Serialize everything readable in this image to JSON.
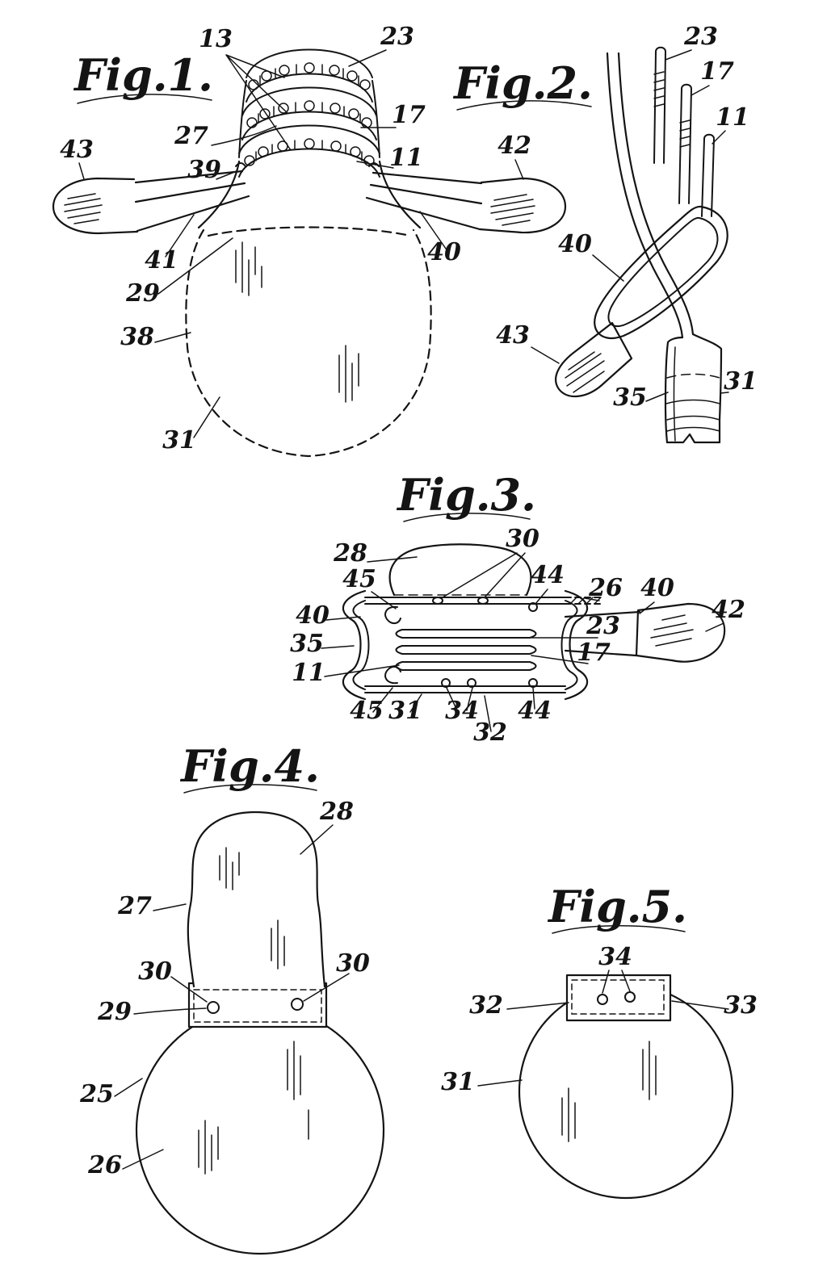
{
  "figures": {
    "fig1": {
      "title": "Fig.1.",
      "labels": {
        "n13": "13",
        "n23": "23",
        "n17": "17",
        "n27": "27",
        "n11": "11",
        "n39": "39",
        "n43": "43",
        "n42": "42",
        "n41": "41",
        "n40": "40",
        "n29": "29",
        "n38": "38",
        "n31": "31"
      }
    },
    "fig2": {
      "title": "Fig.2.",
      "labels": {
        "n23": "23",
        "n17": "17",
        "n11": "11",
        "n40": "40",
        "n43": "43",
        "n35": "35",
        "n31": "31"
      }
    },
    "fig3": {
      "title": "Fig.3.",
      "labels": {
        "n28": "28",
        "n30": "30",
        "n45a": "45",
        "n44a": "44",
        "n26": "26",
        "n40a": "40",
        "n40b": "40",
        "n35": "35",
        "n11": "11",
        "n42": "42",
        "n23": "23",
        "n17": "17",
        "n45b": "45",
        "n31": "31",
        "n34": "34",
        "n32": "32",
        "n44b": "44"
      }
    },
    "fig4": {
      "title": "Fig.4.",
      "labels": {
        "n28": "28",
        "n27": "27",
        "n30a": "30",
        "n30b": "30",
        "n29": "29",
        "n25": "25",
        "n26": "26"
      }
    },
    "fig5": {
      "title": "Fig.5.",
      "labels": {
        "n34": "34",
        "n32": "32",
        "n33": "33",
        "n31": "31"
      }
    }
  }
}
